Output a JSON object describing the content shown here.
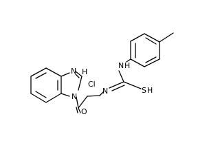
{
  "molecule": {
    "atom_labels": {
      "n_h": "N",
      "h": "H",
      "n_eq": "N",
      "s_h": "S",
      "h_s": "H",
      "n_bzim_top": "N",
      "n_bzim_ring": "N",
      "carbonyl_o": "O",
      "h_of_hcl": "H",
      "cl": "Cl"
    }
  }
}
